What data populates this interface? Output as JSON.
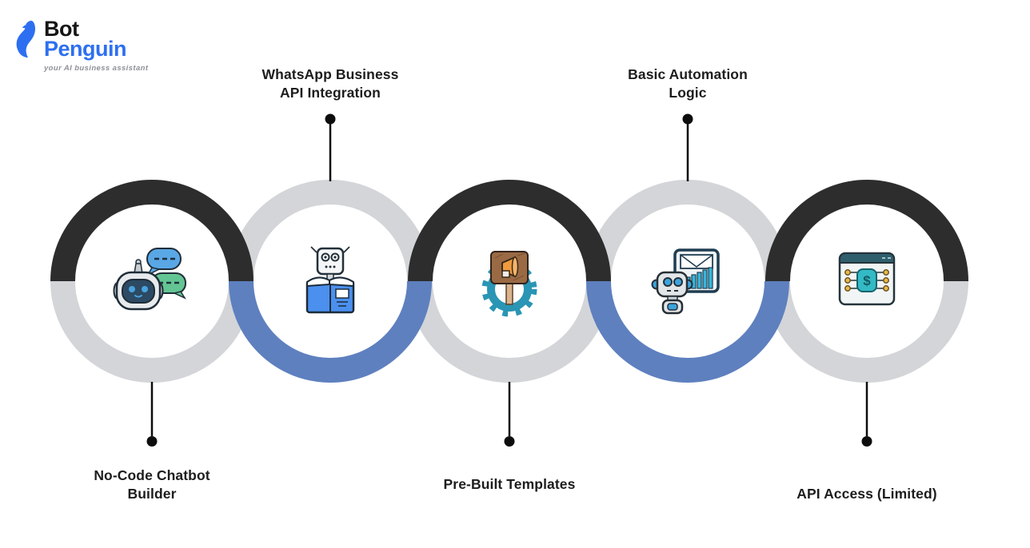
{
  "logo": {
    "icon": "penguin-icon",
    "brand_line1": "Bot",
    "brand_line2": "Penguin",
    "tagline": "your AI business assistant"
  },
  "colors": {
    "background": "#ffffff",
    "ring_dark": "#2d2d2d",
    "ring_gray": "#d3d5d8",
    "ring_blue": "#5e80bf",
    "connector": "#0d0d0d",
    "label_text": "#1d1d1d",
    "brand_black": "#161616",
    "brand_blue": "#2d6ff0",
    "tagline_gray": "#8d9199"
  },
  "diagram": {
    "description": "Five interlocked chain rings, each with an icon and a label",
    "items": [
      {
        "label": "No-Code Chatbot\nBuilder",
        "position": "bottom",
        "icon": "chatbot-speech-icon",
        "ring_top": "dark",
        "ring_bottom": "gray"
      },
      {
        "label": "WhatsApp Business\nAPI Integration",
        "position": "top",
        "icon": "robot-reading-book-icon",
        "ring_top": "gray",
        "ring_bottom": "blue"
      },
      {
        "label": "Pre-Built Templates",
        "position": "bottom",
        "icon": "gear-megaphone-icon",
        "ring_top": "dark",
        "ring_bottom": "gray"
      },
      {
        "label": "Basic Automation\nLogic",
        "position": "top",
        "icon": "robot-analytics-icon",
        "ring_top": "gray",
        "ring_bottom": "blue"
      },
      {
        "label": "API Access (Limited)",
        "position": "bottom",
        "icon": "api-dollar-window-icon",
        "ring_top": "dark",
        "ring_bottom": "gray"
      }
    ]
  },
  "icons": {
    "dollar_glyph": "$"
  }
}
